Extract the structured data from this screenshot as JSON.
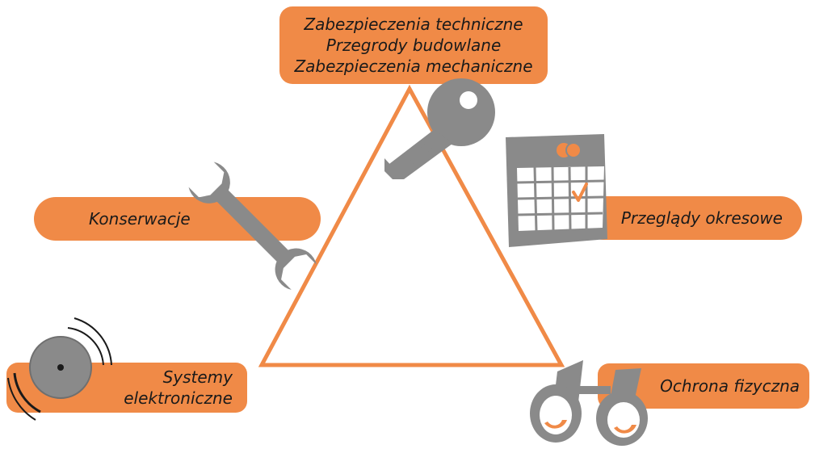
{
  "top_box": {
    "line1": "Zabezpieczenia techniczne",
    "line2": "Przegrody budowlane",
    "line3": "Zabezpieczenia mechaniczne"
  },
  "labels": {
    "konserwacje": "Konserwacje",
    "przeglady": "Przeglądy okresowe",
    "systemy_line1": "Systemy",
    "systemy_line2": "elektroniczne",
    "ochrona": "Ochrona fizyczna"
  },
  "colors": {
    "accent": "#f08a47",
    "gray": "#8a8a8a",
    "dark_gray": "#6f6f6f",
    "triangle": "#f08a47"
  },
  "icons": [
    "key-icon",
    "wrench-icon",
    "calendar-icon",
    "speaker-icon",
    "binoculars-icon"
  ]
}
